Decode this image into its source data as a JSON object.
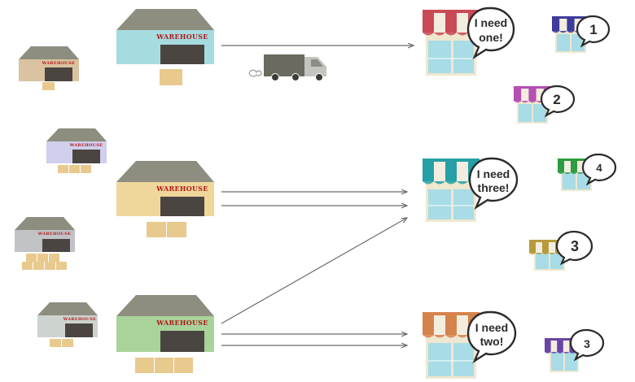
{
  "warehouses": {
    "sign_text": "WAREHOUSE",
    "items": [
      {
        "color": "#d9c3a0",
        "boxes": 1
      },
      {
        "color": "#a6dbe0",
        "boxes": 1
      },
      {
        "color": "#d1cfee",
        "boxes": 3
      },
      {
        "color": "#efd69b",
        "boxes": 2
      },
      {
        "color": "#c2c3c7",
        "boxes": 7
      },
      {
        "color": "#cdd3cf",
        "boxes": 2
      },
      {
        "color": "#a9d39a",
        "boxes": 3
      }
    ]
  },
  "big_stores": [
    {
      "awning_color": "#c94a55",
      "line1": "I need",
      "line2": "one!"
    },
    {
      "awning_color": "#26a0a5",
      "line1": "I need",
      "line2": "three!"
    },
    {
      "awning_color": "#d5834d",
      "line1": "I need",
      "line2": "two!"
    }
  ],
  "small_stores": [
    {
      "awning_color": "#3d3c9a",
      "number": "1"
    },
    {
      "awning_color": "#b54fb2",
      "number": "2"
    },
    {
      "awning_color": "#2e9c3f",
      "number": "4"
    },
    {
      "awning_color": "#b89a3c",
      "number": "3"
    },
    {
      "awning_color": "#6a45a5",
      "number": "3"
    }
  ],
  "colors": {
    "roof": "#8e8e80",
    "door": "#4a4540",
    "box": "#e8c98e",
    "arrow": "#6b6b6b",
    "truck": "#6a6a5e"
  }
}
